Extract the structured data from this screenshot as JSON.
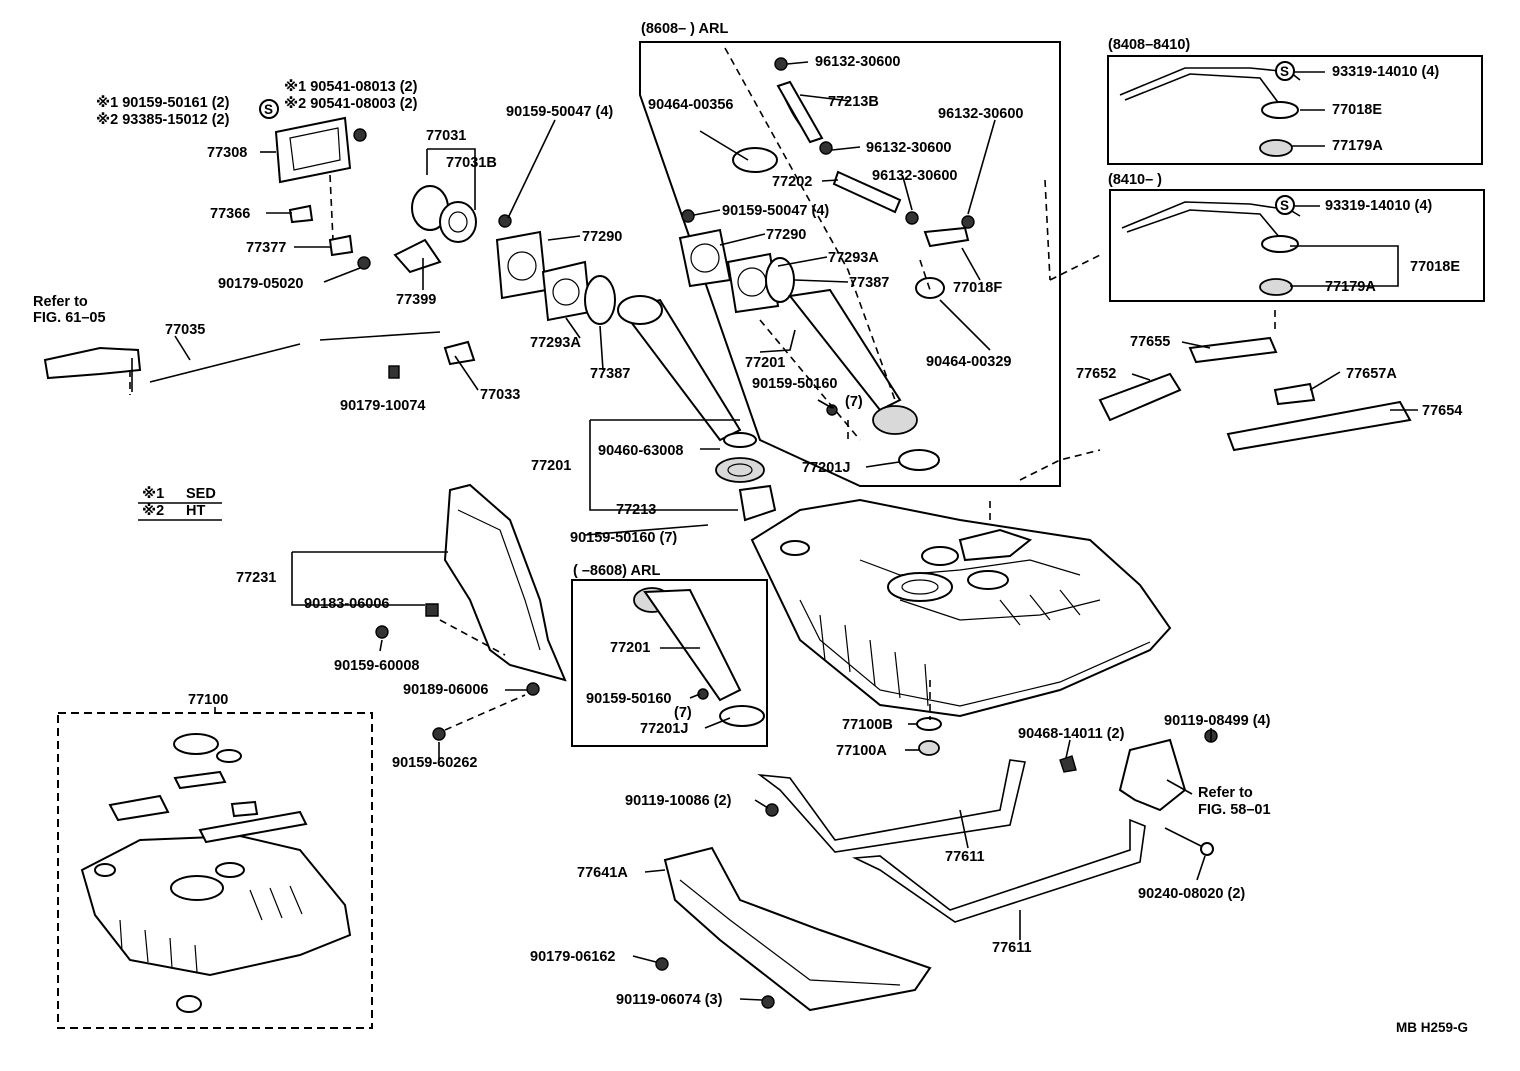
{
  "diagram_code": "MB H259-G",
  "legend": {
    "items": [
      {
        "mark": "※1",
        "label": "SED"
      },
      {
        "mark": "※2",
        "label": "HT"
      }
    ]
  },
  "groups": {
    "arl_upper": "(8608–        ) ARL",
    "arl_lower": "(        –8608) ARL",
    "range_8408": "(8408–8410)",
    "range_8410": "(8410–        )"
  },
  "references": {
    "fig61": {
      "line1": "Refer to",
      "line2": "FIG. 61–05"
    },
    "fig58": {
      "line1": "Refer to",
      "line2": "FIG. 58–01"
    }
  },
  "labels": {
    "l_90541_08013": "※1 90541-08013 (2)",
    "l_90541_08003": "※2 90541-08003 (2)",
    "l_90159_50161": "※1 90159-50161  (2)",
    "l_93385_15012": "※2 93385-15012 (2)",
    "l_77308": "77308",
    "l_77031": "77031",
    "l_77031B": "77031B",
    "l_77366": "77366",
    "l_77377": "77377",
    "l_90179_05020": "90179-05020",
    "l_77399": "77399",
    "l_77035": "77035",
    "l_90179_10074": "90179-10074",
    "l_77033": "77033",
    "l_90159_50047_a": "90159-50047 (4)",
    "l_77290_a": "77290",
    "l_77293A_a": "77293A",
    "l_77387_a": "77387",
    "l_90460_63008": "90460-63008",
    "l_77201_a": "77201",
    "l_77213": "77213",
    "l_90159_50160_a": "90159-50160 (7)",
    "l_96132_30600_a": "96132-30600",
    "l_77213B": "77213B",
    "l_90464_00356": "90464-00356",
    "l_96132_30600_b": "96132-30600",
    "l_77202": "77202",
    "l_96132_30600_c": "96132-30600",
    "l_96132_30600_d": "96132-30600",
    "l_90159_50047_b": "90159-50047 (4)",
    "l_77290_b": "77290",
    "l_77293A_b": "77293A",
    "l_77387_b": "77387",
    "l_77018F": "77018F",
    "l_90464_00329": "90464-00329",
    "l_77201_b": "77201",
    "l_90159_50160_b": "90159-50160",
    "l_7_a": "(7)",
    "l_77201J_a": "77201J",
    "l_93319_14010_a": "93319-14010 (4)",
    "l_77018E_a": "77018E",
    "l_77179A_a": "77179A",
    "l_93319_14010_b": "93319-14010 (4)",
    "l_77018E_b": "77018E",
    "l_77179A_b": "77179A",
    "l_77655": "77655",
    "l_77652": "77652",
    "l_77657A": "77657A",
    "l_77654": "77654",
    "l_77231": "77231",
    "l_90183_06006": "90183-06006",
    "l_90159_60008": "90159-60008",
    "l_90189_06006": "90189-06006",
    "l_90159_60262": "90159-60262",
    "l_77201_c": "77201",
    "l_90159_50160_c": "90159-50160",
    "l_7_b": "(7)",
    "l_77201J_b": "77201J",
    "l_77100": "77100",
    "l_77100B": "77100B",
    "l_77100A": "77100A",
    "l_90468_14011": "90468-14011 (2)",
    "l_90119_08499": "90119-08499 (4)",
    "l_90119_10086": "90119-10086 (2)",
    "l_77611_a": "77611",
    "l_77611_b": "77611",
    "l_90240_08020": "90240-08020 (2)",
    "l_77641A": "77641A",
    "l_90179_06162": "90179-06162",
    "l_90119_06074": "90119-06074 (3)"
  }
}
